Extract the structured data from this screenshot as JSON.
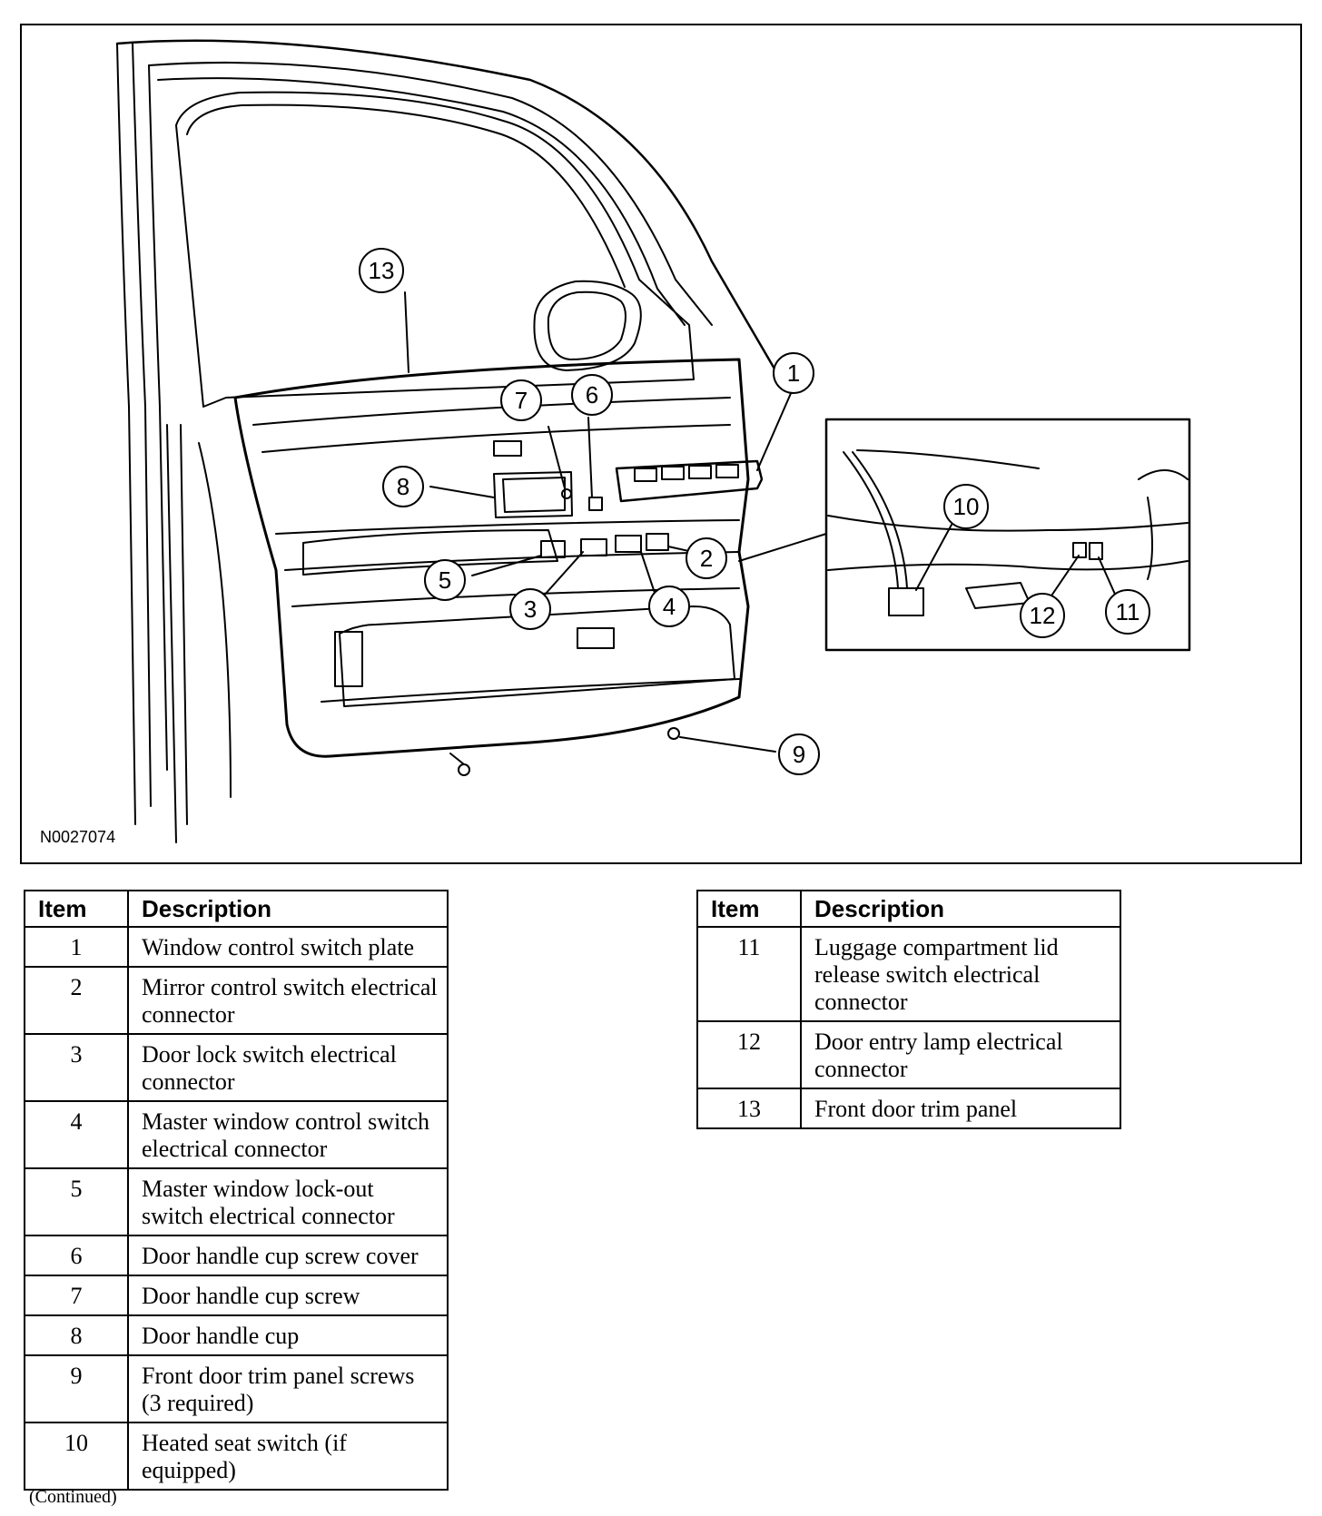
{
  "figure": {
    "code": "N0027074",
    "callouts": [
      "1",
      "2",
      "3",
      "4",
      "5",
      "6",
      "7",
      "8",
      "9",
      "10",
      "11",
      "12",
      "13"
    ]
  },
  "tables": {
    "left": {
      "header": {
        "item": "Item",
        "description": "Description"
      },
      "rows": [
        {
          "item": "1",
          "description": "Window control switch plate"
        },
        {
          "item": "2",
          "description": "Mirror control switch electrical connector"
        },
        {
          "item": "3",
          "description": "Door lock switch electrical connector"
        },
        {
          "item": "4",
          "description": "Master window control switch electrical connector"
        },
        {
          "item": "5",
          "description": "Master window lock-out switch electrical connector"
        },
        {
          "item": "6",
          "description": "Door handle cup screw cover"
        },
        {
          "item": "7",
          "description": "Door handle cup screw"
        },
        {
          "item": "8",
          "description": "Door handle cup"
        },
        {
          "item": "9",
          "description": "Front door trim panel screws (3 required)"
        },
        {
          "item": "10",
          "description": "Heated seat switch (if equipped)"
        }
      ]
    },
    "right": {
      "header": {
        "item": "Item",
        "description": "Description"
      },
      "rows": [
        {
          "item": "11",
          "description": "Luggage compartment lid release switch electrical connector"
        },
        {
          "item": "12",
          "description": "Door entry lamp electrical connector"
        },
        {
          "item": "13",
          "description": "Front door trim panel"
        }
      ]
    }
  },
  "continued": "(Continued)"
}
